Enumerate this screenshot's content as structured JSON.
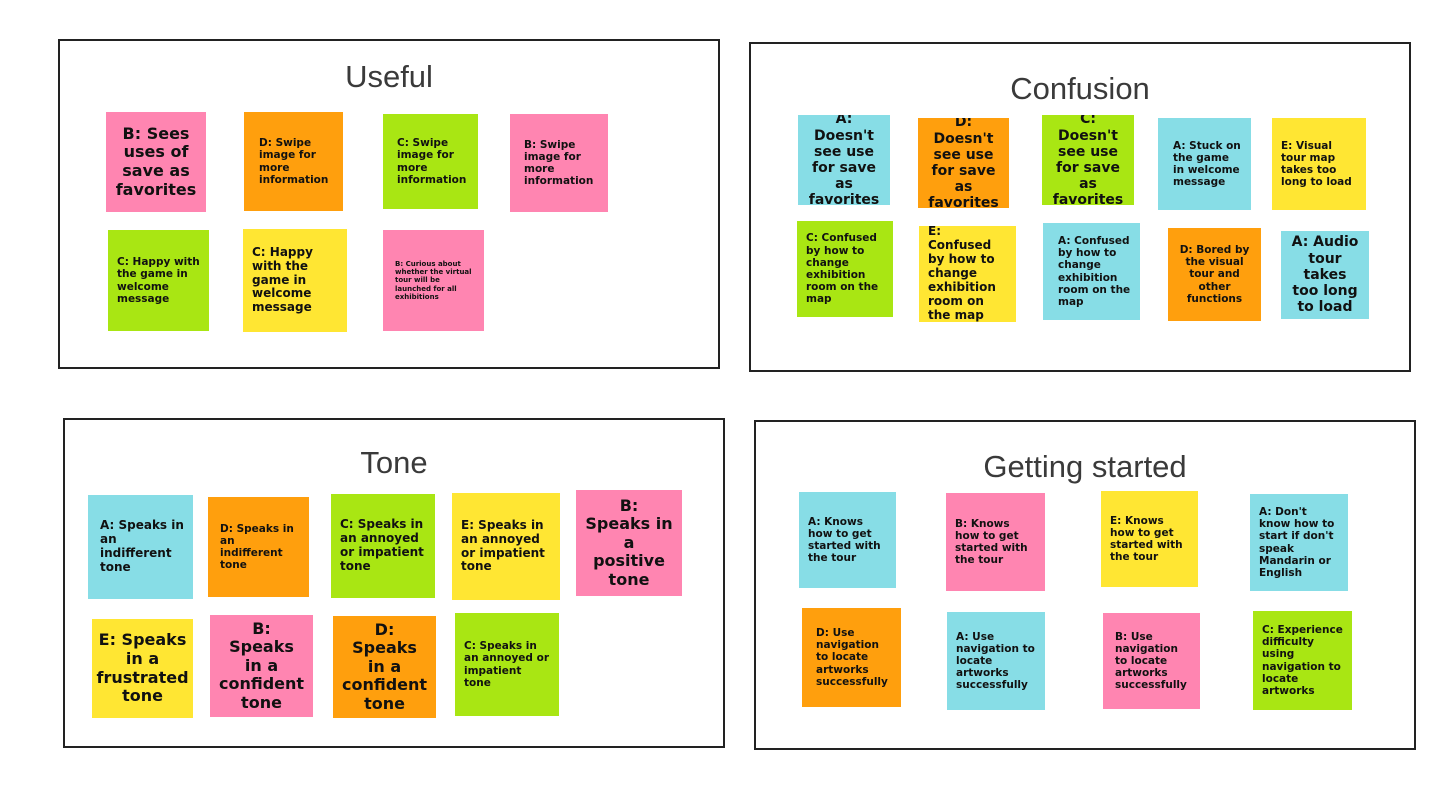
{
  "colors": {
    "pink": "#ff85b1",
    "orange": "#ff9f0d",
    "green": "#a9e613",
    "yellow": "#ffe633",
    "cyan": "#87dde6"
  },
  "boards": {
    "useful": {
      "title": "Useful",
      "notes": [
        {
          "text": "B: Sees uses of save as favorites",
          "color": "pink"
        },
        {
          "text": "D: Swipe image for more information",
          "color": "orange"
        },
        {
          "text": "C: Swipe image for more information",
          "color": "green"
        },
        {
          "text": "B: Swipe image for more information",
          "color": "pink"
        },
        {
          "text": "C: Happy with the game in welcome message",
          "color": "green"
        },
        {
          "text": "C: Happy with the game in welcome message",
          "color": "yellow"
        },
        {
          "text": "B: Curious about whether the virtual tour will be launched for all exhibitions",
          "color": "pink"
        }
      ]
    },
    "confusion": {
      "title": "Confusion",
      "notes": [
        {
          "text": "A: Doesn't see use for save as favorites",
          "color": "cyan"
        },
        {
          "text": "D: Doesn't see use for save as favorites",
          "color": "orange"
        },
        {
          "text": "C: Doesn't see use for save as favorites",
          "color": "green"
        },
        {
          "text": "A: Stuck on the game in welcome message",
          "color": "cyan"
        },
        {
          "text": "E: Visual tour map takes too long to load",
          "color": "yellow"
        },
        {
          "text": "C: Confused by how to change exhibition room on the map",
          "color": "green"
        },
        {
          "text": "E: Confused by how to change exhibition room on the map",
          "color": "yellow"
        },
        {
          "text": "A: Confused by how to change exhibition room on the map",
          "color": "cyan"
        },
        {
          "text": "D: Bored by the visual tour and other functions",
          "color": "orange"
        },
        {
          "text": "A: Audio tour takes too long to load",
          "color": "cyan"
        }
      ]
    },
    "tone": {
      "title": "Tone",
      "notes": [
        {
          "text": "A: Speaks in an indifferent tone",
          "color": "cyan"
        },
        {
          "text": "D: Speaks in an indifferent tone",
          "color": "orange"
        },
        {
          "text": "C: Speaks in an annoyed or impatient tone",
          "color": "green"
        },
        {
          "text": "E: Speaks in an annoyed or impatient tone",
          "color": "yellow"
        },
        {
          "text": "B: Speaks in a positive tone",
          "color": "pink"
        },
        {
          "text": "E: Speaks in a frustrated tone",
          "color": "yellow"
        },
        {
          "text": "B: Speaks in a confident tone",
          "color": "pink"
        },
        {
          "text": "D: Speaks in a confident tone",
          "color": "orange"
        },
        {
          "text": "C: Speaks in an annoyed or impatient tone",
          "color": "green"
        }
      ]
    },
    "getting_started": {
      "title": "Getting started",
      "notes": [
        {
          "text": "A: Knows how to get started with the tour",
          "color": "cyan"
        },
        {
          "text": "B: Knows how to get started with the tour",
          "color": "pink"
        },
        {
          "text": "E: Knows how to get started with the tour",
          "color": "yellow"
        },
        {
          "text": "A: Don't know how to start if don't speak Mandarin or English",
          "color": "cyan"
        },
        {
          "text": "D: Use navigation to locate artworks successfully",
          "color": "orange"
        },
        {
          "text": "A: Use navigation to locate artworks successfully",
          "color": "cyan"
        },
        {
          "text": "B: Use navigation to locate artworks successfully",
          "color": "pink"
        },
        {
          "text": "C: Experience difficulty using navigation to locate artworks",
          "color": "green"
        }
      ]
    }
  }
}
